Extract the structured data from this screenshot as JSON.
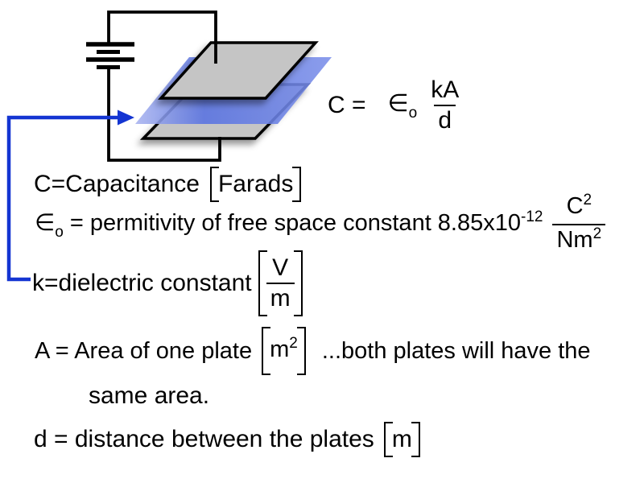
{
  "formula": {
    "c_equals": "C =",
    "epsilon": "∈",
    "epsilon_sub": "o",
    "num": "kA",
    "den": "d"
  },
  "lines": {
    "line1": {
      "label": "C=Capacitance",
      "unit": "Farads"
    },
    "line2": {
      "epsilon": "∈",
      "epsilon_sub": "o",
      "text": "= permitivity of free space constant 8.85x10",
      "exponent": "-12",
      "num_base": "C",
      "num_sup": "2",
      "den_base": "Nm",
      "den_sup": "2"
    },
    "line3": {
      "label": "k=dielectric constant",
      "num": "V",
      "den": "m"
    },
    "line4": {
      "label": "A = Area of one plate",
      "unit_base": "m",
      "unit_sup": "2",
      "note": "...both plates will have the"
    },
    "line5": {
      "text": "same area."
    },
    "line6": {
      "label": "d = distance between the plates",
      "unit": "m"
    }
  },
  "diagram": {
    "colors": {
      "plate": "#c5c5c5",
      "wire": "#000000",
      "pointer": "#1435d2",
      "dielectric_light": "#a9b4ef",
      "dielectric_main": "#5872e1",
      "dielectric_right": "#7b8fe9"
    }
  }
}
